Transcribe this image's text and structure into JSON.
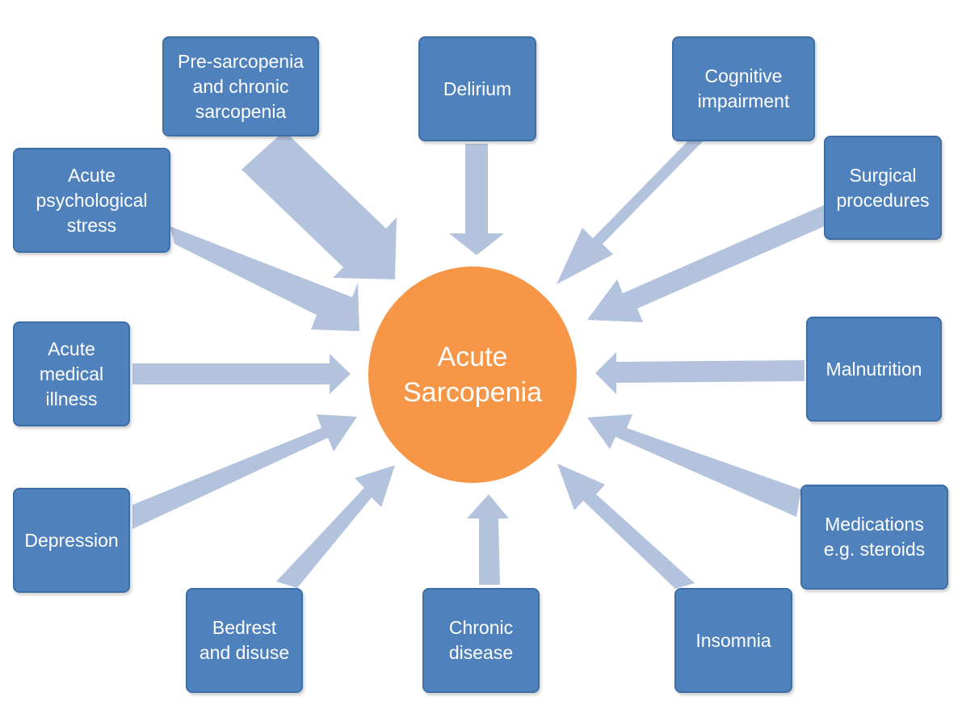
{
  "diagram": {
    "center_label": "Acute\nSarcopenia",
    "colors": {
      "center_fill": "#f79646",
      "node_fill": "#4f81bd",
      "arrow_fill": "#b3c3de",
      "text": "#ffffff"
    },
    "factors": [
      {
        "id": "presarcopenia",
        "label": "Pre-sarcopenia\nand chronic\nsarcopenia"
      },
      {
        "id": "delirium",
        "label": "Delirium"
      },
      {
        "id": "cognitive",
        "label": "Cognitive\nimpairment"
      },
      {
        "id": "psych-stress",
        "label": "Acute\npsychological\nstress"
      },
      {
        "id": "surgical",
        "label": "Surgical\nprocedures"
      },
      {
        "id": "medical-illness",
        "label": "Acute\nmedical\nillness"
      },
      {
        "id": "malnutrition",
        "label": "Malnutrition"
      },
      {
        "id": "depression",
        "label": "Depression"
      },
      {
        "id": "medications",
        "label": "Medications\ne.g. steroids"
      },
      {
        "id": "bedrest",
        "label": "Bedrest\nand disuse"
      },
      {
        "id": "chronic-disease",
        "label": "Chronic\ndisease"
      },
      {
        "id": "insomnia",
        "label": "Insomnia"
      }
    ]
  }
}
